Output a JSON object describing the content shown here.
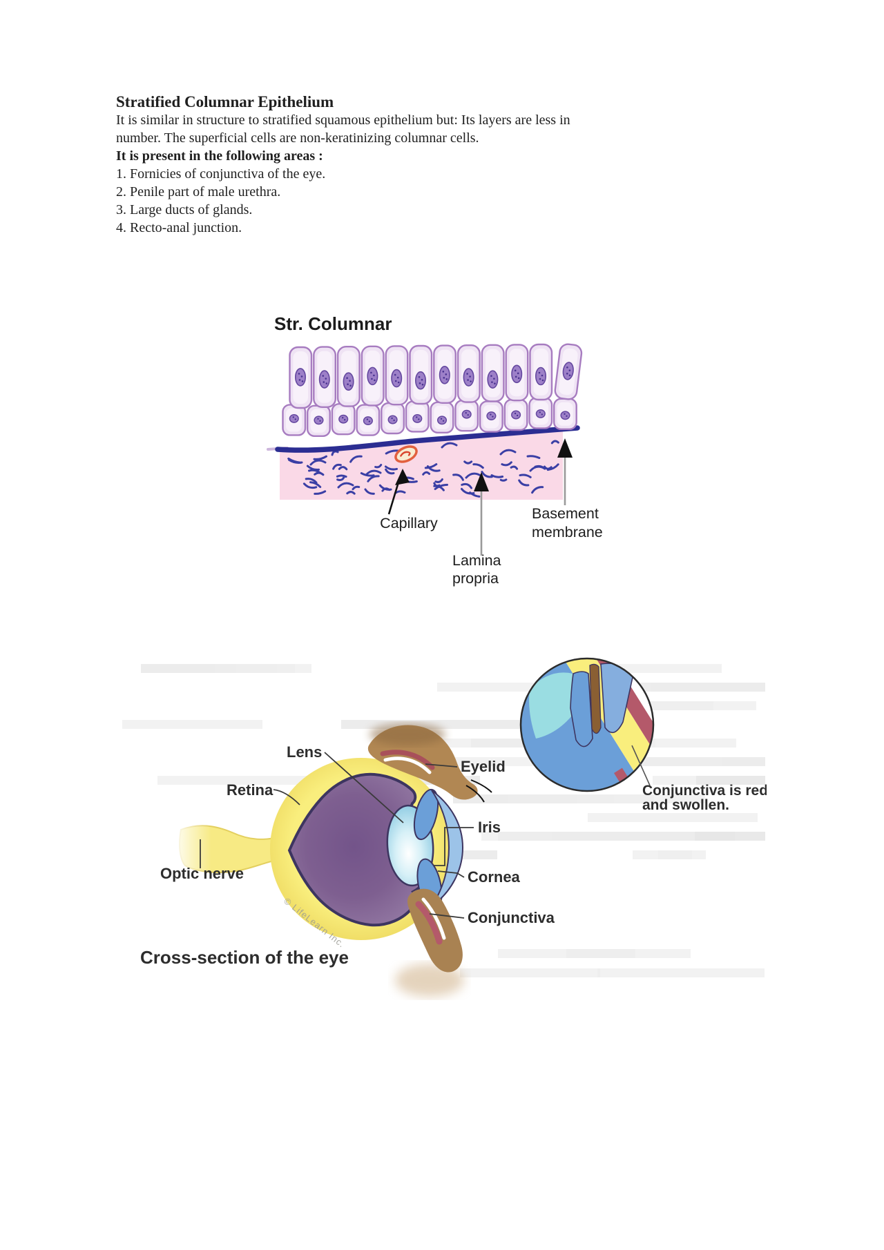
{
  "document": {
    "heading": "Stratified Columnar Epithelium",
    "intro_lines": [
      "It is similar in structure to stratified squamous epithelium but: Its layers are less in",
      "number. The superficial cells are non-keratinizing columnar cells."
    ],
    "subheading": "It is present in the following areas :",
    "list_items": [
      "1. Fornicies of conjunctiva of the eye.",
      "2. Penile part of male urethra.",
      "3. Large ducts of glands.",
      "4. Recto-anal junction."
    ]
  },
  "tissue": {
    "title": "Str. Columnar",
    "labels": {
      "capillary": "Capillary",
      "basement": [
        "Basement",
        "membrane"
      ],
      "lamina": [
        "Lamina",
        "propria"
      ]
    },
    "columnar_cell_count": 12,
    "cuboidal_cell_count": 12,
    "colors": {
      "cell_fill": "#efe3f4",
      "cell_fill_light": "#f8f1fa",
      "cell_stroke": "#a77cc0",
      "nucleus_fill": "#9d80c8",
      "nucleus_stroke": "#64479f",
      "nucleus_dot": "#4a3390",
      "membrane": "#2b2d92",
      "lamina_fill": "#fad9e7",
      "dash": "#3a3fa5",
      "capillary_stroke": "#e2603f",
      "capillary_fill": "#f8ecd2",
      "capillary_inner": "#d8442c",
      "arrow_black": "#111111",
      "arrow_gray": "#9a9a9a"
    }
  },
  "eye": {
    "labels": {
      "lens": "Lens",
      "retina": "Retina",
      "optic_nerve": "Optic nerve",
      "eyelid": "Eyelid",
      "iris": "Iris",
      "cornea": "Cornea",
      "conjunctiva": "Conjunctiva"
    },
    "inset_caption": [
      "Conjunctiva is red",
      "and swollen."
    ],
    "caption": "Cross-section of the eye",
    "watermark": "© LifeLearn Inc.",
    "colors": {
      "sclera": "#f9ee7d",
      "sclera_edge": "#eeda62",
      "vitreous_inner": "#73548a",
      "vitreous_outer": "#947aa4",
      "outline": "#3d3560",
      "lens_edge": "#7ec3de",
      "lens_mid": "#d6f0f7",
      "iris": "#6b9fd8",
      "iris_light": "#85aede",
      "cornea": "#9cc3e8",
      "eyelid_brown": "#b18753",
      "eyelid_shadow": "#8a6840",
      "lid_red": "#a8505a",
      "lower_red": "#b4596a",
      "inset_cyan": "#9adde2",
      "inset_brown_slit": "#8a5f33",
      "inset_brown": "#a98252",
      "band_light": "#ededed",
      "band_dark": "#e6e6e6",
      "watermark_gray": "#9b9b93"
    }
  }
}
